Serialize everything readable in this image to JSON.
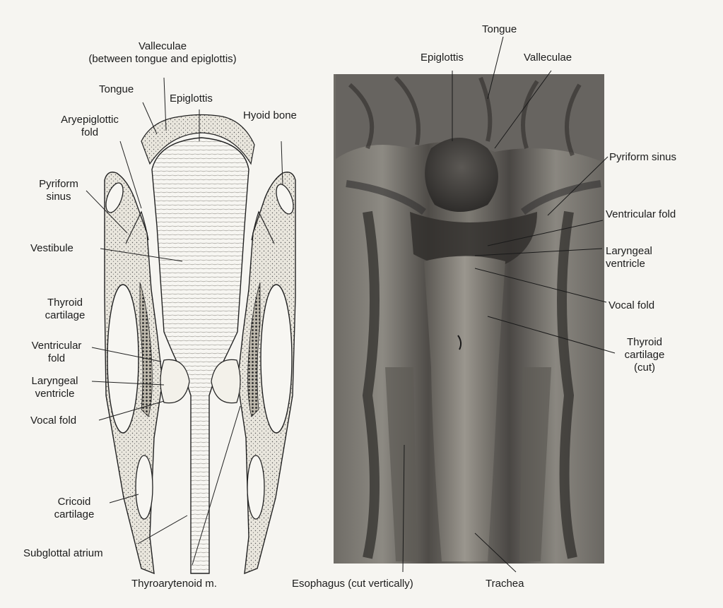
{
  "left_labels": {
    "valleculae_l1": "Valleculae",
    "valleculae_l2": "(between tongue and epiglottis)",
    "tongue": "Tongue",
    "epiglottis": "Epiglottis",
    "hyoid": "Hyoid bone",
    "aryepiglottic_l1": "Aryepiglottic",
    "aryepiglottic_l2": "fold",
    "pyriform_l1": "Pyriform",
    "pyriform_l2": "sinus",
    "vestibule": "Vestibule",
    "thyroid_l1": "Thyroid",
    "thyroid_l2": "cartilage",
    "ventricular_l1": "Ventricular",
    "ventricular_l2": "fold",
    "laryngeal_l1": "Laryngeal",
    "laryngeal_l2": "ventricle",
    "vocal": "Vocal fold",
    "cricoid_l1": "Cricoid",
    "cricoid_l2": "cartilage",
    "subglottal": "Subglottal atrium",
    "thyroarytenoid": "Thyroarytenoid m."
  },
  "right_labels": {
    "tongue": "Tongue",
    "epiglottis": "Epiglottis",
    "valleculae": "Valleculae",
    "pyriform": "Pyriform sinus",
    "ventricular": "Ventricular fold",
    "laryngeal_l1": "Laryngeal",
    "laryngeal_l2": "ventricle",
    "vocal": "Vocal fold",
    "thyroid_l1": "Thyroid",
    "thyroid_l2": "cartilage",
    "thyroid_l3": "(cut)",
    "esophagus": "Esophagus (cut vertically)",
    "trachea": "Trachea"
  }
}
